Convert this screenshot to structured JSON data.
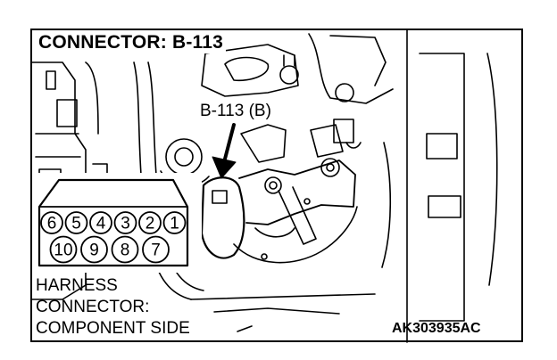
{
  "labels": {
    "title": "CONNECTOR: B-113",
    "callout": "B-113 (B)",
    "harness_lines": [
      "HARNESS",
      "CONNECTOR:",
      "COMPONENT SIDE"
    ],
    "figure_code": "AK303935AC"
  },
  "connector_pins": {
    "top_row": [
      "6",
      "5",
      "4",
      "3",
      "2",
      "1"
    ],
    "bottom_row": [
      "10",
      "9",
      "8",
      "7"
    ]
  }
}
